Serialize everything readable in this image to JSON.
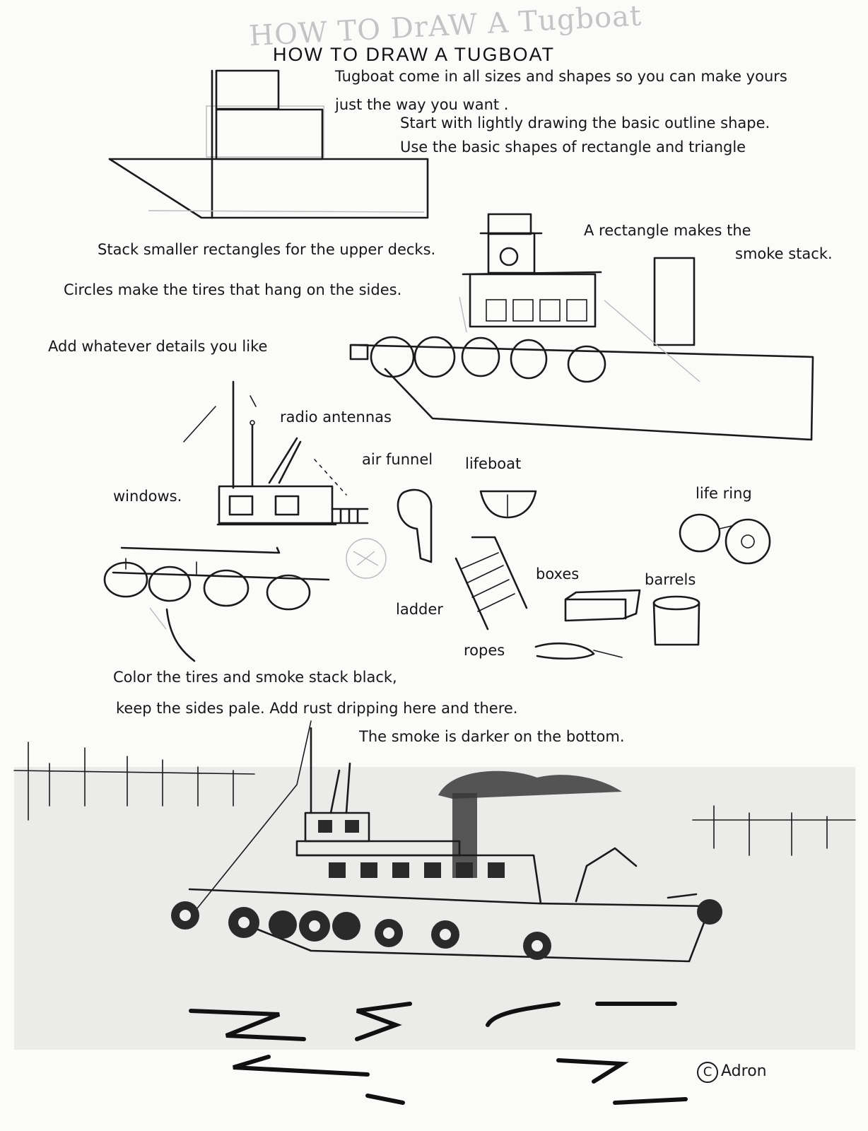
{
  "sketch_title": "HOW TO DrAW A Tugboat",
  "title": "HOW TO DRAW A TUGBOAT",
  "intro": {
    "line1": "Tugboat come in all sizes and shapes so you can make yours",
    "line2": "just the way you want .",
    "line3": "Start with lightly drawing the basic outline shape.",
    "line4": "Use the basic shapes of rectangle and triangle"
  },
  "step2": {
    "stack_decks": "Stack smaller rectangles for the upper decks.",
    "circles": "Circles make the tires that hang on the sides.",
    "smokestack_line1": "A rectangle makes the",
    "smokestack_line2": "smoke stack."
  },
  "details": {
    "intro": "Add whatever details you like",
    "radio_antennas": "radio antennas",
    "air_funnel": "air funnel",
    "lifeboat": "lifeboat",
    "windows": "windows.",
    "life_ring": "life ring",
    "boxes": "boxes",
    "barrels": "barrels",
    "ladder": "ladder",
    "ropes": "ropes"
  },
  "coloring": {
    "line1": "Color the tires and smoke stack black,",
    "line2": "keep the sides pale. Add rust dripping here and there.",
    "line3": "The smoke is darker on the bottom."
  },
  "copyright": {
    "symbol": "C",
    "name": "Adron"
  }
}
